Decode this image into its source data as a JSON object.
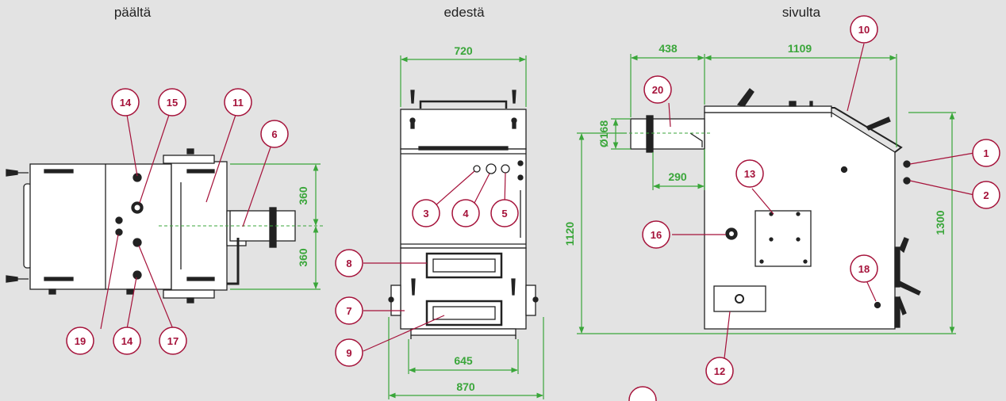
{
  "views": {
    "top": "päältä",
    "front": "edestä",
    "side": "sivulta"
  },
  "dimensions": {
    "front_width": "720",
    "front_base_inner": "645",
    "front_base_outer": "870",
    "top_half_upper": "360",
    "top_half_lower": "360",
    "side_flue_length": "438",
    "side_body_length": "1109",
    "side_flue_diameter": "Ø168",
    "side_flue_offset": "290",
    "side_flue_height": "1120",
    "side_total_height": "1300"
  },
  "callouts": {
    "c1": "1",
    "c2": "2",
    "c3": "3",
    "c4": "4",
    "c5": "5",
    "c6": "6",
    "c7": "7",
    "c8": "8",
    "c9": "9",
    "c10": "10",
    "c11": "11",
    "c12": "12",
    "c13": "13",
    "c14a": "14",
    "c14b": "14",
    "c15": "15",
    "c16": "16",
    "c17": "17",
    "c18": "18",
    "c19": "19",
    "c20": "20"
  },
  "colors": {
    "dimension": "#3aa63a",
    "callout": "#a5123a",
    "outline": "#222222",
    "body_fill": "#ffffff",
    "background": "#e3e3e3"
  }
}
